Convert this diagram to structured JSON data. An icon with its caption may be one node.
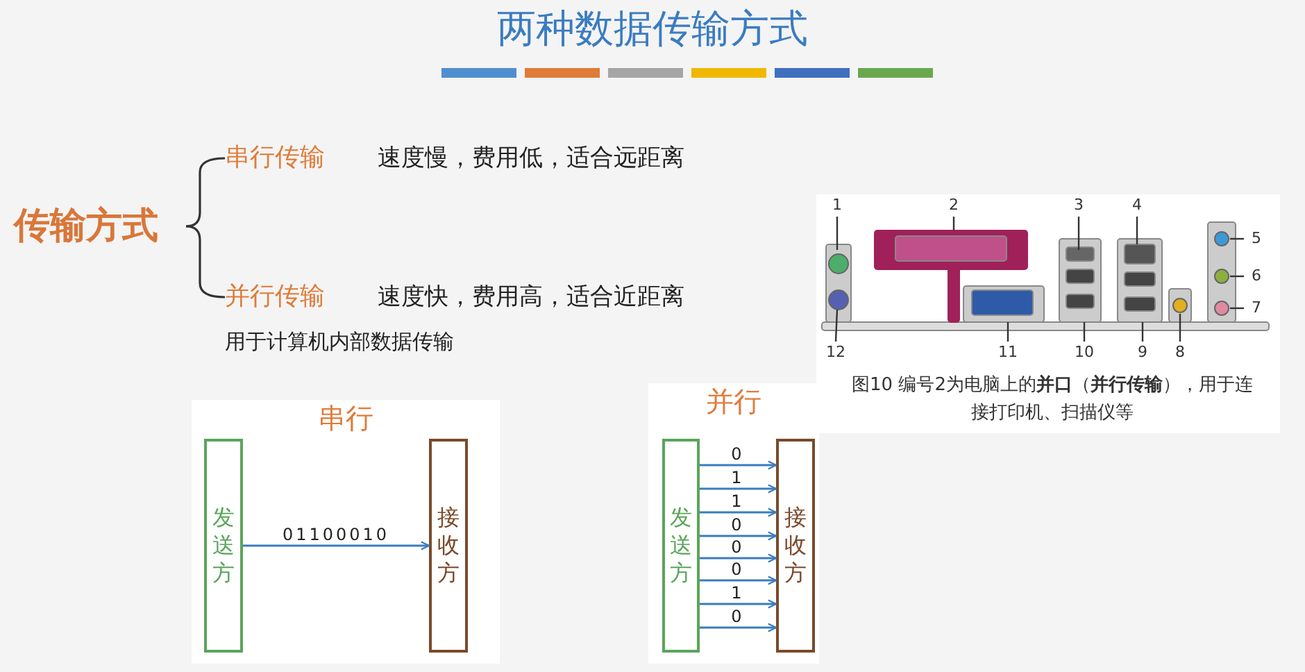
{
  "diagram": {
    "title": "两种数据传输方式",
    "nodes": [
      {
        "text": [
          "传输方式"
        ]
      },
      {
        "text": [
          "串行传输"
        ],
        "beside": [
          "速度慢，费用低，适合远距离"
        ]
      },
      {
        "text": [
          "并行传输"
        ],
        "beside": [
          "速度快，费用高，适合近距离",
          "用于计算机内部数据传输"
        ]
      },
      {
        "text": [
          "串行"
        ]
      },
      {
        "text": [
          "发送方"
        ],
        "in": 3
      },
      {
        "text": [
          "接收方"
        ],
        "in": 3
      },
      {
        "text": [
          "并行"
        ]
      },
      {
        "text": [
          "发送方"
        ],
        "in": 6
      },
      {
        "text": [
          "接收方"
        ],
        "in": 6
      },
      {
        "text": [
          "图10 编号2为电脑上的**并口**（**并行传输**），用于连接打印机、扫描仪等"
        ]
      },
      {
        "text": [
          "1"
        ],
        "in": 9
      },
      {
        "text": [
          "2"
        ],
        "in": 9
      },
      {
        "text": [
          "3"
        ],
        "in": 9
      },
      {
        "text": [
          "4"
        ],
        "in": 9
      },
      {
        "text": [
          "5"
        ],
        "in": 9
      },
      {
        "text": [
          "6"
        ],
        "in": 9
      },
      {
        "text": [
          "7"
        ],
        "in": 9
      },
      {
        "text": [
          "8"
        ],
        "in": 9
      },
      {
        "text": [
          "9"
        ],
        "in": 9
      },
      {
        "text": [
          "10"
        ],
        "in": 9
      },
      {
        "text": [
          "11"
        ],
        "in": 9
      },
      {
        "text": [
          "12"
        ],
        "in": 9
      }
    ],
    "edges": [
      {
        "from": 0,
        "to": 1,
        "arrow": "none"
      },
      {
        "from": 0,
        "to": 2,
        "arrow": "none"
      },
      {
        "from": 4,
        "to": 5,
        "arrow": "to",
        "label": "01100010",
        "color": "#3a7cc0"
      },
      {
        "from": 7,
        "to": 8,
        "arrow": "to",
        "label": "0",
        "color": "#3a7cc0"
      },
      {
        "from": 7,
        "to": 8,
        "arrow": "to",
        "label": "1",
        "color": "#3a7cc0"
      },
      {
        "from": 7,
        "to": 8,
        "arrow": "to",
        "label": "1",
        "color": "#3a7cc0"
      },
      {
        "from": 7,
        "to": 8,
        "arrow": "to",
        "label": "0",
        "color": "#3a7cc0"
      },
      {
        "from": 7,
        "to": 8,
        "arrow": "to",
        "label": "0",
        "color": "#3a7cc0"
      },
      {
        "from": 7,
        "to": 8,
        "arrow": "to",
        "label": "0",
        "color": "#3a7cc0"
      },
      {
        "from": 7,
        "to": 8,
        "arrow": "to",
        "label": "1",
        "color": "#3a7cc0"
      },
      {
        "from": 7,
        "to": 8,
        "arrow": "to",
        "label": "0",
        "color": "#3a7cc0"
      },
      {
        "from": 10,
        "to": null,
        "arrow": "none"
      },
      {
        "from": 11,
        "to": null,
        "arrow": "none"
      },
      {
        "from": 12,
        "to": null,
        "arrow": "none"
      },
      {
        "from": 13,
        "to": null,
        "arrow": "none"
      },
      {
        "from": 14,
        "to": null,
        "arrow": "none"
      },
      {
        "from": 15,
        "to": null,
        "arrow": "none"
      },
      {
        "from": 16,
        "to": null,
        "arrow": "none"
      },
      {
        "from": 17,
        "to": null,
        "arrow": "none"
      },
      {
        "from": 18,
        "to": null,
        "arrow": "none"
      },
      {
        "from": 19,
        "to": null,
        "arrow": "none"
      },
      {
        "from": 20,
        "to": null,
        "arrow": "none"
      },
      {
        "from": 21,
        "to": null,
        "arrow": "none"
      }
    ]
  }
}
